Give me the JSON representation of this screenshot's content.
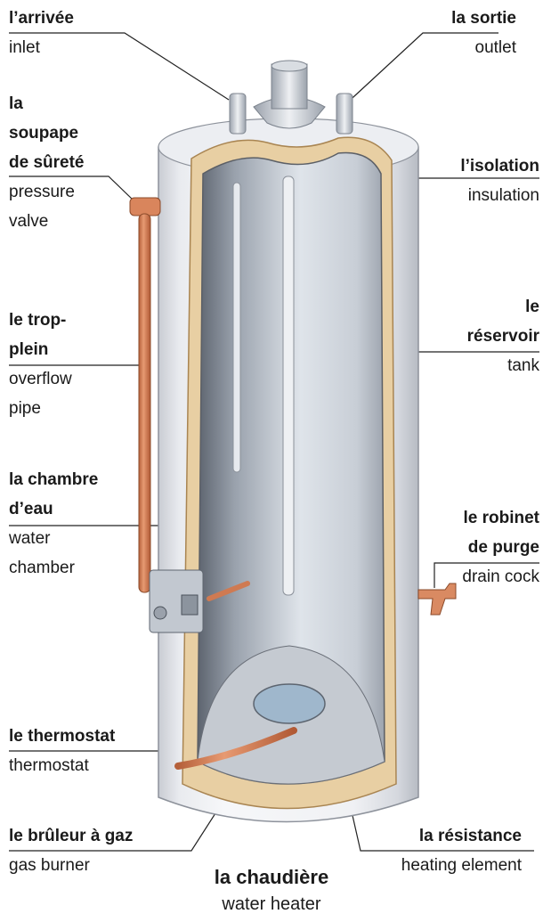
{
  "title": {
    "fr": "la chaudière",
    "en": "water heater"
  },
  "labels": {
    "inlet": {
      "fr": "l’arrivée",
      "en": "inlet"
    },
    "outlet": {
      "fr": "la sortie",
      "en": "outlet"
    },
    "pressure_valve": {
      "fr_1": "la",
      "fr_2": "soupape",
      "fr_3": "de sûreté",
      "en_1": "pressure",
      "en_2": "valve"
    },
    "insulation": {
      "fr": "l’isolation",
      "en": "insulation"
    },
    "overflow_pipe": {
      "fr_1": "le trop-",
      "fr_2": "plein",
      "en_1": "overflow",
      "en_2": "pipe"
    },
    "tank": {
      "fr_1": "le",
      "fr_2": "réservoir",
      "en": "tank"
    },
    "water_chamber": {
      "fr_1": "la chambre",
      "fr_2": "d’eau",
      "en_1": "water",
      "en_2": "chamber"
    },
    "drain_cock": {
      "fr_1": "le robinet",
      "fr_2": "de purge",
      "en": "drain cock"
    },
    "thermostat": {
      "fr": "le thermostat",
      "en": "thermostat"
    },
    "gas_burner": {
      "fr": "le brûleur à gaz",
      "en": "gas burner"
    },
    "heating_element": {
      "fr": "la résistance",
      "en": "heating element"
    }
  }
}
